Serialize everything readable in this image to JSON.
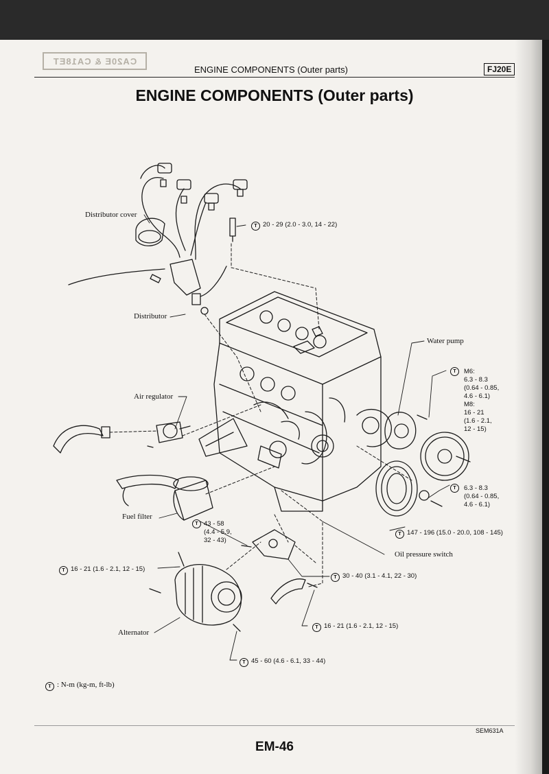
{
  "stamp": "CA20E & CA18ET",
  "running_head": "ENGINE COMPONENTS (Outer parts)",
  "model": "FJ20E",
  "title": "ENGINE COMPONENTS (Outer parts)",
  "labels": {
    "distributor_cover": "Distributor cover",
    "distributor": "Distributor",
    "air_regulator": "Air regulator",
    "fuel_filter": "Fuel filter",
    "alternator": "Alternator",
    "water_pump": "Water pump",
    "oil_pressure_switch": "Oil pressure switch"
  },
  "torques": {
    "spark_plug": "20 - 29 (2.0 - 3.0, 14 - 22)",
    "water_pump_m6": "M6:\n6.3 - 8.3\n(0.64 - 0.85,\n4.6 - 6.1)",
    "water_pump_m8": "M8:\n16 - 21\n(1.6 - 2.1,\n12 - 15)",
    "pulley": "6.3 - 8.3\n(0.64 - 0.85,\n4.6 - 6.1)",
    "crank_pulley": "147 - 196 (15.0 - 20.0, 108 - 145)",
    "oil_filter_bracket": "43 - 58\n(4.4 - 5.9,\n32 - 43)",
    "alternator_upper": "16 - 21 (1.6 - 2.1, 12 - 15)",
    "oil_switch": "30 - 40 (3.1 - 4.1, 22 - 30)",
    "adjusting_bar": "16 - 21 (1.6 - 2.1, 12 - 15)",
    "alternator_lower": "45 - 60 (4.6 - 6.1, 33 - 44)"
  },
  "torque_symbol": "T",
  "legend": ": N-m (kg-m, ft-lb)",
  "figure_code": "SEM631A",
  "page_number": "EM-46"
}
